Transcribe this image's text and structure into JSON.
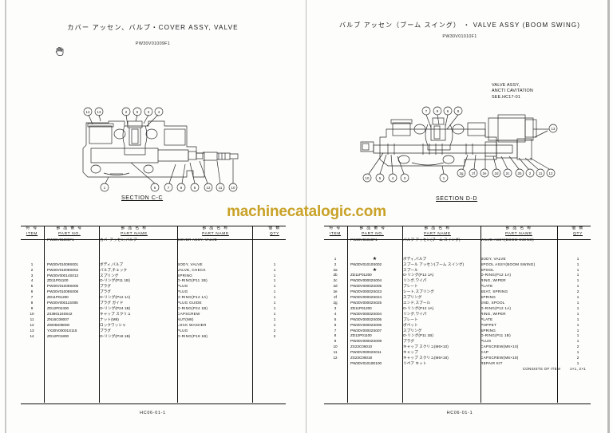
{
  "watermark": "machinecatalogic.com",
  "colors": {
    "watermark": "#c9a227",
    "ink": "#111111",
    "paper": "#fdfdfc",
    "backdrop": "#e8e8e6"
  },
  "left_page": {
    "title_jp": "カバー アッセン、バルブ・COVER ASSY, VALVE",
    "drawing_code": "PW30V01009F1",
    "section_caption": "SECTION  C-C",
    "footer_code": "HC06-01-1",
    "callouts_top": [
      "14",
      "13",
      "2",
      "5",
      "3",
      "4"
    ],
    "callouts_bottom": [
      "1",
      "6",
      "7",
      "9",
      "8",
      "12",
      "11",
      "10"
    ],
    "table": {
      "headers": {
        "item_jp": "符 号",
        "item_en": "ITEM",
        "partno_jp": "部 品 番 号",
        "partno_en": "PART NO.",
        "name1_jp": "部 品 名 称",
        "name1_en": "PART NAME",
        "name2_jp": "部 品 名 称",
        "name2_en": "PART NAME",
        "qty_jp": "個 数",
        "qty_en": "QTY"
      },
      "assembly_row": {
        "item": "",
        "part_no": "PW30V01009F1",
        "name_jp": "カバ- アッセン,バルブ",
        "name_en": "COVER ASSY, VALVE",
        "qty": ""
      },
      "rows": [
        {
          "item": "1",
          "part_no": "PW30V01009S001",
          "name_jp": "ボディ,バルブ",
          "name_en": "BODY, VALVE",
          "qty": "1"
        },
        {
          "item": "2",
          "part_no": "PW30V01009S002",
          "name_jp": "バルブ,チェック",
          "name_en": "VALVE, CHECK",
          "qty": "1"
        },
        {
          "item": "3",
          "part_no": "PW30V00014S013",
          "name_jp": "スプリング",
          "name_en": "SPRING",
          "qty": "1"
        },
        {
          "item": "4",
          "part_no": "ZD11P01100",
          "name_jp": "O-リング(P11 1B)",
          "name_en": "O-RING(P11 1B)",
          "qty": "1"
        },
        {
          "item": "5",
          "part_no": "PW30V01009S005",
          "name_jp": "プラグ",
          "name_en": "PLUG",
          "qty": "1"
        },
        {
          "item": "6",
          "part_no": "PW30V01009S006",
          "name_jp": "プラグ",
          "name_en": "PLUG",
          "qty": "1"
        },
        {
          "item": "7",
          "part_no": "ZD11P01200",
          "name_jp": "O-リング(P12 1A)",
          "name_en": "O-RING(P12 1A)",
          "qty": "1"
        },
        {
          "item": "8",
          "part_no": "PW30V00011S005",
          "name_jp": "プラグ ガイド",
          "name_en": "PLUG GUIDE",
          "qty": "1"
        },
        {
          "item": "9",
          "part_no": "ZD12P02400",
          "name_jp": "O-リング(P24 1B)",
          "name_en": "O-RING(P24 1B)",
          "qty": "1"
        },
        {
          "item": "10",
          "part_no": "Z43801240S42",
          "name_jp": "キャップ スクリュ",
          "name_en": "CAPSCREW",
          "qty": "1"
        },
        {
          "item": "11",
          "part_no": "ZN16C08007",
          "name_jp": "ナット(M8)",
          "name_en": "NUT(M8)",
          "qty": "1"
        },
        {
          "item": "12",
          "part_no": "ZW05S08000",
          "name_jp": "ロックワッシャ",
          "name_en": "LOCK WASHER",
          "qty": "1"
        },
        {
          "item": "13",
          "part_no": "YX30V00001S115",
          "name_jp": "プラグ",
          "name_en": "PLUG",
          "qty": "2"
        },
        {
          "item": "14",
          "part_no": "ZD12P01800",
          "name_jp": "O-リング(P18 1B)",
          "name_en": "O-RING(P18 1B)",
          "qty": "2"
        }
      ]
    }
  },
  "right_page": {
    "title_jp": "バルブ アッセン（ブーム スイング）  ・  VALVE ASSY (BOOM SWING)",
    "drawing_code": "PW30V01010F1",
    "section_caption": "SECTION  D-D",
    "footer_code": "HC06-01-1",
    "note": "VALVE ASSY,\nANCTI CAVITATION\nSEE.HC17-01",
    "callouts_top": [
      "7",
      "9",
      "6",
      "8"
    ],
    "callouts_bottom_left": [
      "10",
      "5",
      "4",
      "3",
      "1"
    ],
    "callouts_bottom_right": [
      "2g",
      "2f",
      "2e",
      "2d",
      "2c",
      "2b",
      "2",
      "11",
      "12"
    ],
    "callout_right_side": "13",
    "table": {
      "headers": {
        "item_jp": "符 号",
        "item_en": "ITEM",
        "partno_jp": "部 品 番 号",
        "partno_en": "PART NO.",
        "name1_jp": "部 品 名 称",
        "name1_en": "PART NAME",
        "name2_jp": "部 品 名 称",
        "name2_en": "PART NAME",
        "qty_jp": "個 数",
        "qty_en": "QTY"
      },
      "assembly_row": {
        "item": "",
        "part_no": "PW30V01010F1",
        "name_jp": "バルブ アッセン(ブーム スイング)",
        "name_en": "VALVE ASSY(BOOM SWING)",
        "qty": ""
      },
      "rows": [
        {
          "item": "1",
          "part_no": "★",
          "name_jp": "ボディ,バルブ",
          "name_en": "BODY, VALVE",
          "qty": "1"
        },
        {
          "item": "2",
          "part_no": "PW30V01010S002",
          "name_jp": "スプール アッセン(ブーム スイング)",
          "name_en": "SPOOL ASSY(BOOM SWING)",
          "qty": "1"
        },
        {
          "item": "2a",
          "part_no": "★",
          "name_jp": "スプール",
          "name_en": "SPOOL",
          "qty": "1"
        },
        {
          "item": "2b",
          "part_no": "ZD11P01200",
          "name_jp": "O-リング(P12 1A)",
          "name_en": "O-RING(P12 1A)",
          "qty": "1"
        },
        {
          "item": "2c",
          "part_no": "PW30V00002S004",
          "name_jp": "リング,ワイパ",
          "name_en": "RING, WIPER",
          "qty": "1"
        },
        {
          "item": "2d",
          "part_no": "PW30V00002S005",
          "name_jp": "プレート",
          "name_en": "PLATE",
          "qty": "1"
        },
        {
          "item": "2e",
          "part_no": "PW30V00002S023",
          "name_jp": "シート,スプリング",
          "name_en": "SEAT, SPRING",
          "qty": "2"
        },
        {
          "item": "2f",
          "part_no": "PW30V00002S024",
          "name_jp": "スプリング",
          "name_en": "SPRING",
          "qty": "1"
        },
        {
          "item": "2g",
          "part_no": "PW30V00002S025",
          "name_jp": "エンド,スプール",
          "name_en": "END, SPOOL",
          "qty": "1"
        },
        {
          "item": "3",
          "part_no": "ZD11P01200",
          "name_jp": "O-リング(P12 1A)",
          "name_en": "O-RING(P12 1A)",
          "qty": "1"
        },
        {
          "item": "4",
          "part_no": "PW30V00002S004",
          "name_jp": "リング,ワイパ",
          "name_en": "RING, WIPER",
          "qty": "1"
        },
        {
          "item": "5",
          "part_no": "PW30V00002S005",
          "name_jp": "プレート",
          "name_en": "PLATE",
          "qty": "1"
        },
        {
          "item": "6",
          "part_no": "PW30V00002S006",
          "name_jp": "ポペット",
          "name_en": "POPPET",
          "qty": "1"
        },
        {
          "item": "7",
          "part_no": "PW30V00002S007",
          "name_jp": "スプリング",
          "name_en": "SPRING",
          "qty": "1"
        },
        {
          "item": "8",
          "part_no": "ZD12P01100",
          "name_jp": "O-リング(P11 1B)",
          "name_en": "O-RING(P11 1B)",
          "qty": "1"
        },
        {
          "item": "9",
          "part_no": "PW30V00002S009",
          "name_jp": "プラグ",
          "name_en": "PLUG",
          "qty": "1"
        },
        {
          "item": "10",
          "part_no": "ZS23C06010",
          "name_jp": "キャップ スクリュ(M6×10)",
          "name_en": "CAPSCREW(M6×10)",
          "qty": "2"
        },
        {
          "item": "11",
          "part_no": "PW30V00002S011",
          "name_jp": "キャップ",
          "name_en": "CAP",
          "qty": "1"
        },
        {
          "item": "12",
          "part_no": "ZS23C06018",
          "name_jp": "キャップ スクリュ(M6×18)",
          "name_en": "CAPSCREW(M6×18)",
          "qty": "2"
        },
        {
          "item": "",
          "part_no": "PW30V01010E100",
          "name_jp": "リペア キット",
          "name_en": "REPAIR KIT",
          "qty": "1"
        }
      ],
      "footnote_left": "CONSISTS OF ITEM",
      "footnote_right": "1×1, 2×1"
    }
  }
}
